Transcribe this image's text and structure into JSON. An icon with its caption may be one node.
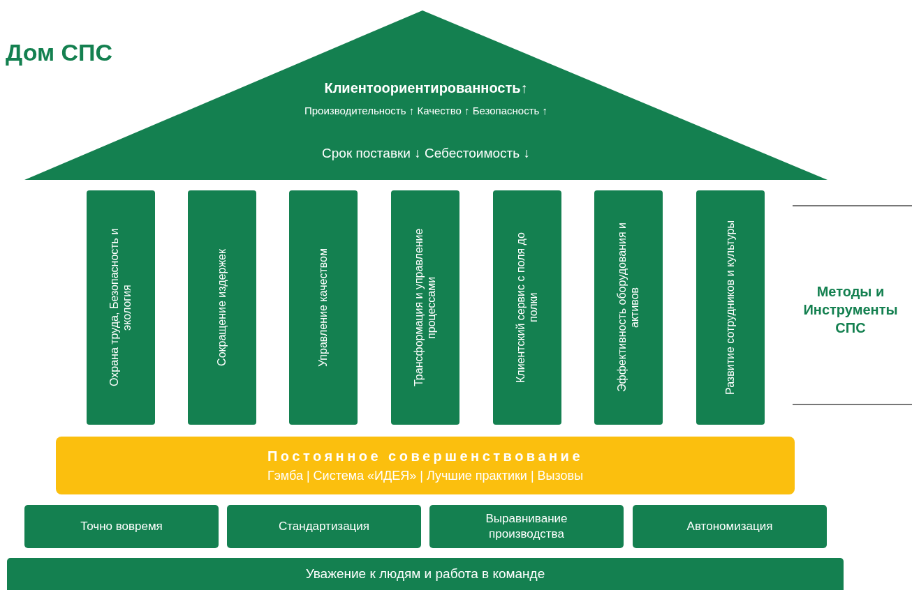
{
  "diagram": {
    "title": "Дом СПС",
    "nodes": [
      {
        "text": [
          "Клиентоориентированность↑",
          "Производительность ↑ Качество ↑ Безопасность ↑",
          "Срок поставки ↓ Себестоимость ↓"
        ]
      },
      {
        "text": [
          "Охрана труда, Безопасность и экология"
        ]
      },
      {
        "text": [
          "Сокращение издержек"
        ]
      },
      {
        "text": [
          "Управление качеством"
        ]
      },
      {
        "text": [
          "Трансформация и управление процессами"
        ]
      },
      {
        "text": [
          "Клиентский сервис с поля до полки"
        ]
      },
      {
        "text": [
          "Эффективность оборудования и активов"
        ]
      },
      {
        "text": [
          "Развитие сотрудников и культуры"
        ]
      },
      {
        "text": [
          "Постоянное совершенствование",
          "Гэмба | Система «ИДЕЯ» | Лучшие практики | Вызовы"
        ]
      },
      {
        "text": [
          "Точно вовремя"
        ]
      },
      {
        "text": [
          "Стандартизация"
        ]
      },
      {
        "text": [
          "Выравнивание производства"
        ]
      },
      {
        "text": [
          "Автономизация"
        ]
      },
      {
        "text": [
          "Уважение к людям и работа в команде"
        ]
      }
    ],
    "edges": [],
    "labels": [
      "Методы и Инструменты СПС"
    ]
  }
}
